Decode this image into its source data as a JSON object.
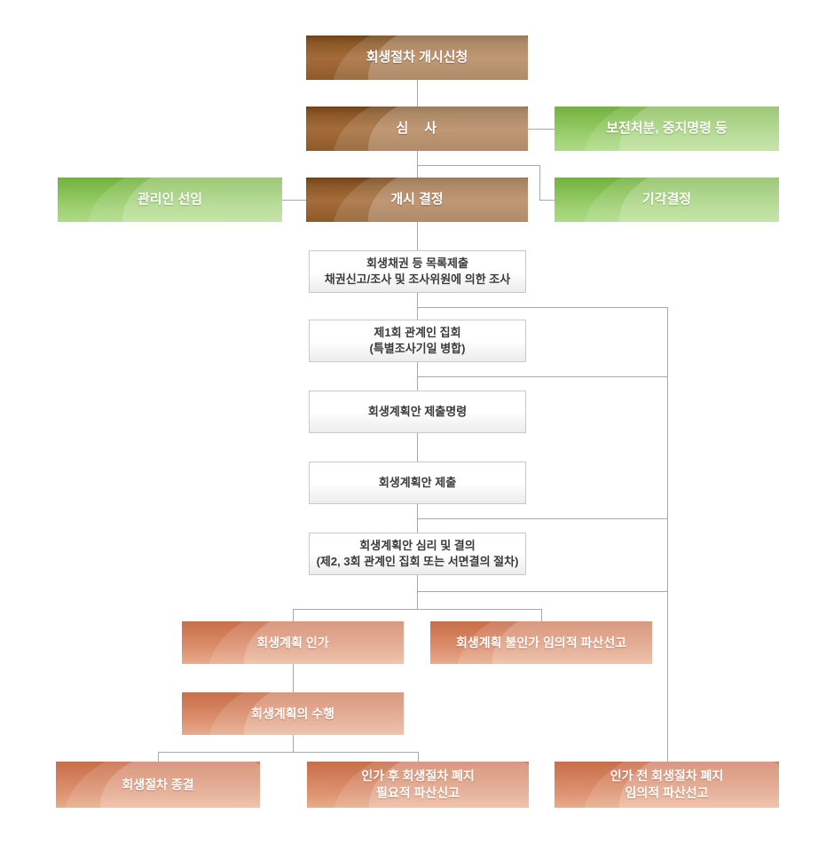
{
  "colors": {
    "brown": "#a56c3a",
    "green": "#8cc75b",
    "salmon": "#d6835f",
    "white_box_border": "#c9c9c9",
    "connector_line": "#a8a8a8",
    "text_on_color": "#ffffff",
    "text_on_white": "#3a3a3a"
  },
  "nodes": {
    "apply": {
      "label": "회생절차 개시신청"
    },
    "review": {
      "label": "심　사"
    },
    "preservation": {
      "label": "보전처분, 중지명령 등"
    },
    "custodian": {
      "label": "관리인 선임"
    },
    "commencement": {
      "label": "개시 결정"
    },
    "dismissal": {
      "label": "기각결정"
    },
    "claims_list": {
      "label": "회생채권 등 목록제출\n채권신고/조사 및 조사위원에 의한 조사"
    },
    "first_meeting": {
      "label": "제1회 관계인 집회\n(특별조사기일 병합)"
    },
    "plan_order": {
      "label": "회생계획안 제출명령"
    },
    "plan_submission": {
      "label": "회생계획안 제출"
    },
    "plan_resolution": {
      "label": "회생계획안 심리 및 결의\n(제2, 3회 관계인 집회 또는 서면결의 절차)"
    },
    "plan_approval": {
      "label": "회생계획 인가"
    },
    "plan_disapproval": {
      "label": "회생계획 불인가 임의적 파산선고"
    },
    "plan_execution": {
      "label": "회생계획의 수행"
    },
    "procedure_conclusion": {
      "label": "회생절차 종결"
    },
    "abolition_after": {
      "label": "인가 후 회생절차 폐지\n필요적 파산신고"
    },
    "abolition_before": {
      "label": "인가 전 회생절차 폐지\n임의적 파산선고"
    }
  }
}
